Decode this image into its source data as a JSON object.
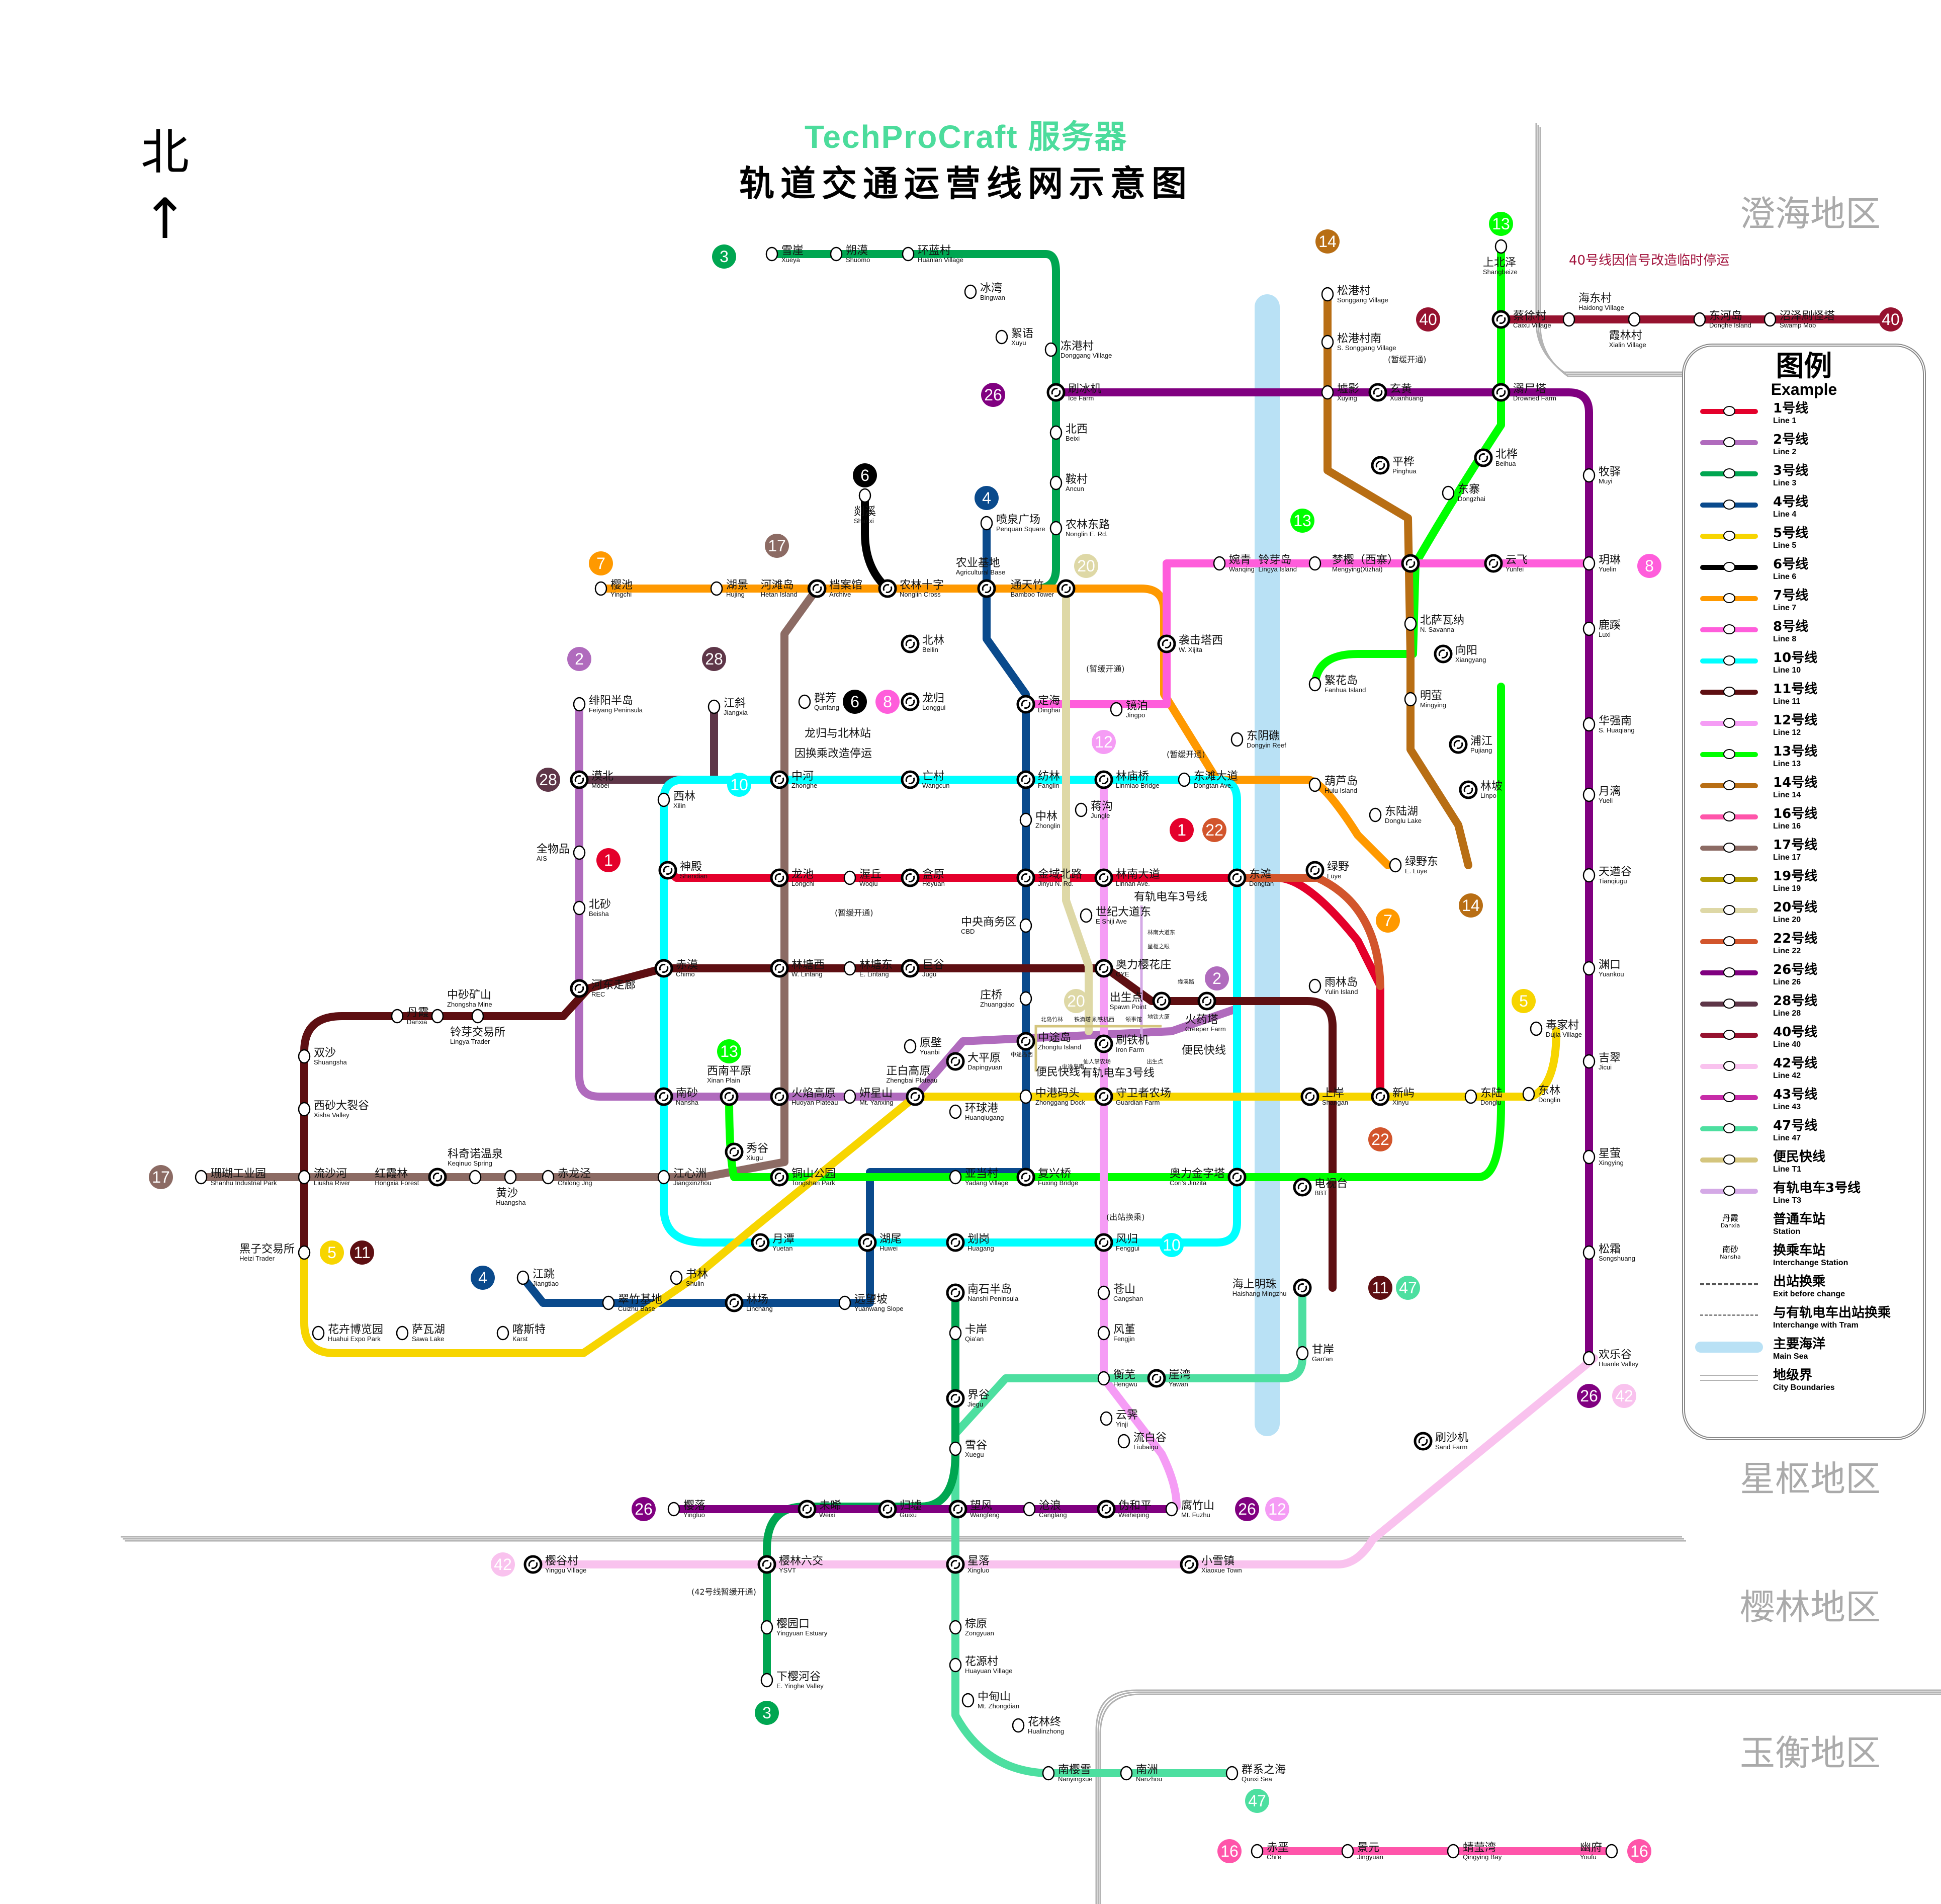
{
  "header": {
    "brand": "TechProCraft 服务器",
    "title": "轨道交通运营线网示意图",
    "north_label": "北",
    "north_arrow": "↑"
  },
  "regions": [
    "澄海地区",
    "星枢地区",
    "樱林地区",
    "玉衡地区"
  ],
  "notices": {
    "line40": "40号线因信号改造临时停运",
    "longgui": "龙归与北林站",
    "longgui2": "因换乘改造停运"
  },
  "legend": {
    "title": "图例",
    "subtitle": "Example",
    "lines": [
      {
        "zh": "1号线",
        "en": "Line 1",
        "color": "#e4002b"
      },
      {
        "zh": "2号线",
        "en": "Line 2",
        "color": "#b06bbd"
      },
      {
        "zh": "3号线",
        "en": "Line 3",
        "color": "#00a651"
      },
      {
        "zh": "4号线",
        "en": "Line 4",
        "color": "#0a4a8c"
      },
      {
        "zh": "5号线",
        "en": "Line 5",
        "color": "#f7d500"
      },
      {
        "zh": "6号线",
        "en": "Line 6",
        "color": "#000000"
      },
      {
        "zh": "7号线",
        "en": "Line 7",
        "color": "#ff9900"
      },
      {
        "zh": "8号线",
        "en": "Line 8",
        "color": "#ff5ddb"
      },
      {
        "zh": "10号线",
        "en": "Line 10",
        "color": "#00ffff"
      },
      {
        "zh": "11号线",
        "en": "Line 11",
        "color": "#5e0f12"
      },
      {
        "zh": "12号线",
        "en": "Line 12",
        "color": "#f59cf5"
      },
      {
        "zh": "13号线",
        "en": "Line 13",
        "color": "#00ff00"
      },
      {
        "zh": "14号线",
        "en": "Line 14",
        "color": "#b86e14"
      },
      {
        "zh": "16号线",
        "en": "Line 16",
        "color": "#ff55aa"
      },
      {
        "zh": "17号线",
        "en": "Line 17",
        "color": "#8c6b64"
      },
      {
        "zh": "19号线",
        "en": "Line 19",
        "color": "#b09a00"
      },
      {
        "zh": "20号线",
        "en": "Line 20",
        "color": "#ded8a6"
      },
      {
        "zh": "22号线",
        "en": "Line 22",
        "color": "#d2552c"
      },
      {
        "zh": "26号线",
        "en": "Line 26",
        "color": "#800080"
      },
      {
        "zh": "28号线",
        "en": "Line 28",
        "color": "#5e3648"
      },
      {
        "zh": "40号线",
        "en": "Line 40",
        "color": "#96122f"
      },
      {
        "zh": "42号线",
        "en": "Line 42",
        "color": "#f9c2ee"
      },
      {
        "zh": "43号线",
        "en": "Line 43",
        "color": "#c72ca8"
      },
      {
        "zh": "47号线",
        "en": "Line 47",
        "color": "#4ddfa0"
      },
      {
        "zh": "便民快线",
        "en": "Line T1",
        "color": "#d4c57d"
      },
      {
        "zh": "有轨电车3号线",
        "en": "Line T3",
        "color": "#d4a9e6"
      }
    ],
    "symbols": [
      {
        "zh": "普通车站",
        "en": "Station",
        "sample_zh": "丹霞",
        "sample_en": "Danxia"
      },
      {
        "zh": "换乘车站",
        "en": "Interchange Station",
        "sample_zh": "南砂",
        "sample_en": "Nansha"
      },
      {
        "zh": "出站换乘",
        "en": "Exit before change"
      },
      {
        "zh": "与有轨电车出站换乘",
        "en": "Interchange with Tram"
      },
      {
        "zh": "主要海洋",
        "en": "Main Sea"
      },
      {
        "zh": "地级界",
        "en": "City Boundaries"
      }
    ]
  },
  "stations": [
    {
      "zh": "雪崖",
      "en": "Xueya"
    },
    {
      "zh": "朔漠",
      "en": "Shuomo"
    },
    {
      "zh": "环蓝村",
      "en": "Huanlan Village"
    },
    {
      "zh": "冰湾",
      "en": "Bingwan"
    },
    {
      "zh": "絮语",
      "en": "Xuyu"
    },
    {
      "zh": "冻港村",
      "en": "Donggang Village"
    },
    {
      "zh": "刷冰机",
      "en": "Ice Farm"
    },
    {
      "zh": "北西",
      "en": "Beixi"
    },
    {
      "zh": "鞍村",
      "en": "Ancun"
    },
    {
      "zh": "农林东路",
      "en": "Nonglin E. Rd."
    },
    {
      "zh": "樱池",
      "en": "Yingchi"
    },
    {
      "zh": "湖景",
      "en": "Hujing"
    },
    {
      "zh": "河滩岛",
      "en": "Hetan Island"
    },
    {
      "zh": "档案馆",
      "en": "Archive"
    },
    {
      "zh": "农林十字",
      "en": "Nonglin Cross"
    },
    {
      "zh": "农业基地",
      "en": "Agricultural Base"
    },
    {
      "zh": "通天竹",
      "en": "Bamboo Tower"
    },
    {
      "zh": "剡溪",
      "en": "Shanxi"
    },
    {
      "zh": "喷泉广场",
      "en": "Penquan Square"
    },
    {
      "zh": "北林",
      "en": "Beilin"
    },
    {
      "zh": "龙归",
      "en": "Longgui"
    },
    {
      "zh": "定海",
      "en": "Dinghai"
    },
    {
      "zh": "绯阳半岛",
      "en": "Feiyang Peninsula"
    },
    {
      "zh": "江斜",
      "en": "Jiangxia"
    },
    {
      "zh": "群芳",
      "en": "Qunfang"
    },
    {
      "zh": "漠北",
      "en": "Mobei"
    },
    {
      "zh": "西林",
      "en": "Xilin"
    },
    {
      "zh": "中河",
      "en": "Zhonghe"
    },
    {
      "zh": "亡村",
      "en": "Wangcun"
    },
    {
      "zh": "纺林",
      "en": "Fanglin"
    },
    {
      "zh": "中林",
      "en": "Zhonglin"
    },
    {
      "zh": "蒋沟",
      "en": "Jungle"
    },
    {
      "zh": "林庙桥",
      "en": "Linmiao Bridge"
    },
    {
      "zh": "东滩大道",
      "en": "Dongtan Ave."
    },
    {
      "zh": "全物品",
      "en": "AIS"
    },
    {
      "zh": "神殿",
      "en": "Shendian"
    },
    {
      "zh": "龙池",
      "en": "Longchi"
    },
    {
      "zh": "渥丘",
      "en": "Woqiu"
    },
    {
      "zh": "盒原",
      "en": "Heyuan"
    },
    {
      "zh": "金域北路",
      "en": "Jinyu N. Rd."
    },
    {
      "zh": "林南大道",
      "en": "Linnan Ave."
    },
    {
      "zh": "东滩",
      "en": "Dongtan"
    },
    {
      "zh": "北砂",
      "en": "Beisha"
    },
    {
      "zh": "中央商务区",
      "en": "CBD"
    },
    {
      "zh": "世纪大道东",
      "en": "E Shiji Ave"
    },
    {
      "zh": "奥力樱花庄",
      "en": "CYE"
    },
    {
      "zh": "赤漠",
      "en": "Chimo"
    },
    {
      "zh": "林塘西",
      "en": "W. Lintang"
    },
    {
      "zh": "林塘东",
      "en": "E. Lintang"
    },
    {
      "zh": "巨谷",
      "en": "Jugu"
    },
    {
      "zh": "庄桥",
      "en": "Zhuangqiao"
    },
    {
      "zh": "河东走廊",
      "en": "REC"
    },
    {
      "zh": "出生点",
      "en": "Spawn Point"
    },
    {
      "zh": "火药塔",
      "en": "Creeper Farm"
    },
    {
      "zh": "丹霞",
      "en": "Danxia"
    },
    {
      "zh": "中砂矿山",
      "en": "Zhongsha Mine"
    },
    {
      "zh": "铃芽交易所",
      "en": "Lingya Trader"
    },
    {
      "zh": "双沙",
      "en": "Shuangsha"
    },
    {
      "zh": "西砂大裂谷",
      "en": "Xisha Valley"
    },
    {
      "zh": "中途岛",
      "en": "Zhongtu Island"
    },
    {
      "zh": "刷铁机",
      "en": "Iron Farm"
    },
    {
      "zh": "原壁",
      "en": "Yuanbi"
    },
    {
      "zh": "大平原",
      "en": "Dapingyuan"
    },
    {
      "zh": "南砂",
      "en": "Nansha"
    },
    {
      "zh": "西南平原",
      "en": "Xinan Plain"
    },
    {
      "zh": "火焰高原",
      "en": "Huoyan Plateau"
    },
    {
      "zh": "妍星山",
      "en": "Mt. Yanxing"
    },
    {
      "zh": "正白高原",
      "en": "Zhengbai Plateau"
    },
    {
      "zh": "环球港",
      "en": "Huanqiugang"
    },
    {
      "zh": "中港码头",
      "en": "Zhonggang Dock"
    },
    {
      "zh": "守卫者农场",
      "en": "Guardian Farm"
    },
    {
      "zh": "上岸",
      "en": "Shangan"
    },
    {
      "zh": "新屿",
      "en": "Xinyu"
    },
    {
      "zh": "东陆",
      "en": "Donglu"
    },
    {
      "zh": "东林",
      "en": "Donglin"
    },
    {
      "zh": "毒家村",
      "en": "Dujia Village"
    },
    {
      "zh": "珊瑚工业园",
      "en": "Shanhu Industrial Park"
    },
    {
      "zh": "流沙河",
      "en": "Liusha River"
    },
    {
      "zh": "红霞林",
      "en": "Hongxia Forest"
    },
    {
      "zh": "科奇诺温泉",
      "en": "Keqinuo Spring"
    },
    {
      "zh": "黄沙",
      "en": "Huangsha"
    },
    {
      "zh": "赤龙泾",
      "en": "Chilong Jng"
    },
    {
      "zh": "江心洲",
      "en": "Jiangxinzhou"
    },
    {
      "zh": "秀谷",
      "en": "Xiugu"
    },
    {
      "zh": "铜山公园",
      "en": "Tongshan Park"
    },
    {
      "zh": "亚当村",
      "en": "Yadang Village"
    },
    {
      "zh": "复兴桥",
      "en": "Fuxing Bridge"
    },
    {
      "zh": "奥力金字塔",
      "en": "Cori's Jinzita"
    },
    {
      "zh": "黑子交易所",
      "en": "Heizi Trader"
    },
    {
      "zh": "月潭",
      "en": "Yuetan"
    },
    {
      "zh": "湖尾",
      "en": "Huwei"
    },
    {
      "zh": "划岗",
      "en": "Huagang"
    },
    {
      "zh": "风归",
      "en": "Fenggui"
    },
    {
      "zh": "电视台",
      "en": "BBT"
    },
    {
      "zh": "江跳",
      "en": "Jiangtiao"
    },
    {
      "zh": "书林",
      "en": "Shulin"
    },
    {
      "zh": "翠竹基地",
      "en": "Cuizhu Base"
    },
    {
      "zh": "林场",
      "en": "Linchang"
    },
    {
      "zh": "远望坡",
      "en": "Yuanwang Slope"
    },
    {
      "zh": "南石半岛",
      "en": "Nanshi Peninsula"
    },
    {
      "zh": "苍山",
      "en": "Cangshan"
    },
    {
      "zh": "海上明珠",
      "en": "Haishang Mingzhu"
    },
    {
      "zh": "花卉博览园",
      "en": "Huahui Expo Park"
    },
    {
      "zh": "萨瓦湖",
      "en": "Sawa Lake"
    },
    {
      "zh": "喀斯特",
      "en": "Karst"
    },
    {
      "zh": "卡岸",
      "en": "Qia'an"
    },
    {
      "zh": "风堇",
      "en": "Fengjin"
    },
    {
      "zh": "甘岸",
      "en": "Gan'an"
    },
    {
      "zh": "界谷",
      "en": "Jiegu"
    },
    {
      "zh": "衡芜",
      "en": "Hengwu"
    },
    {
      "zh": "崖湾",
      "en": "Yawan"
    },
    {
      "zh": "云霁",
      "en": "Yinji"
    },
    {
      "zh": "流白谷",
      "en": "Liubaigu"
    },
    {
      "zh": "雪谷",
      "en": "Xuegu"
    },
    {
      "zh": "刷沙机",
      "en": "Sand Farm"
    },
    {
      "zh": "樱落",
      "en": "Yingluo"
    },
    {
      "zh": "未晞",
      "en": "Weixi"
    },
    {
      "zh": "归墟",
      "en": "Guixu"
    },
    {
      "zh": "望风",
      "en": "Wangfeng"
    },
    {
      "zh": "沧浪",
      "en": "Canglang"
    },
    {
      "zh": "伪和平",
      "en": "Weiheping"
    },
    {
      "zh": "腐竹山",
      "en": "Mt. Fuzhu"
    },
    {
      "zh": "樱谷村",
      "en": "Yinggu Village"
    },
    {
      "zh": "樱林六交",
      "en": "YSVT"
    },
    {
      "zh": "星落",
      "en": "Xingluo"
    },
    {
      "zh": "小雪镇",
      "en": "Xiaoxue Town"
    },
    {
      "zh": "樱园口",
      "en": "Yingyuan Estuary"
    },
    {
      "zh": "棕原",
      "en": "Zongyuan"
    },
    {
      "zh": "下樱河谷",
      "en": "E. Yinghe Valley"
    },
    {
      "zh": "花源村",
      "en": "Huayuan Village"
    },
    {
      "zh": "中甸山",
      "en": "Mt. Zhongdian"
    },
    {
      "zh": "花林终",
      "en": "Hualinzhong"
    },
    {
      "zh": "南樱雪",
      "en": "Nanyingxue"
    },
    {
      "zh": "南洲",
      "en": "Nanzhou"
    },
    {
      "zh": "群系之海",
      "en": "Qunxi Sea"
    },
    {
      "zh": "赤垩",
      "en": "Chi'e"
    },
    {
      "zh": "景元",
      "en": "Jingyuan"
    },
    {
      "zh": "蜻莹湾",
      "en": "Qingying Bay"
    },
    {
      "zh": "幽府",
      "en": "Youfu"
    },
    {
      "zh": "松港村",
      "en": "Songgang Village"
    },
    {
      "zh": "松港村南",
      "en": "S. Songgang Village"
    },
    {
      "zh": "墟影",
      "en": "Xuying"
    },
    {
      "zh": "玄黄",
      "en": "Xuanhuang"
    },
    {
      "zh": "溺尸塔",
      "en": "Drowned Farm"
    },
    {
      "zh": "平桦",
      "en": "Pinghua"
    },
    {
      "zh": "梦樱（西寨）",
      "en": "Mengying(Xizhai)"
    },
    {
      "zh": "北萨瓦纳",
      "en": "N. Savanna"
    },
    {
      "zh": "明萤",
      "en": "Mingying"
    },
    {
      "zh": "浦江",
      "en": "Pujiang"
    },
    {
      "zh": "林坡",
      "en": "Linpo"
    },
    {
      "zh": "上北泽",
      "en": "Shangbeize"
    },
    {
      "zh": "蔡徐村",
      "en": "Caixu Village"
    },
    {
      "zh": "北桦",
      "en": "Beihua"
    },
    {
      "zh": "东寨",
      "en": "Dongzhai"
    },
    {
      "zh": "向阳",
      "en": "Xiangyang"
    },
    {
      "zh": "铃芽岛",
      "en": "Lingya Island"
    },
    {
      "zh": "繁花岛",
      "en": "Fanhua Island"
    },
    {
      "zh": "葫芦岛",
      "en": "Hulu Island"
    },
    {
      "zh": "绿野",
      "en": "Lüye"
    },
    {
      "zh": "雨林岛",
      "en": "Yulin Island"
    },
    {
      "zh": "婉青",
      "en": "Wanqing"
    },
    {
      "zh": "袭击塔西",
      "en": "W. Xijita"
    },
    {
      "zh": "镜泊",
      "en": "Jingpo"
    },
    {
      "zh": "东阴礁",
      "en": "Dongyin Reef"
    },
    {
      "zh": "东陆湖",
      "en": "Donglu Lake"
    },
    {
      "zh": "绿野东",
      "en": "E. Lüye"
    },
    {
      "zh": "云飞",
      "en": "Yunfei"
    },
    {
      "zh": "玥琳",
      "en": "Yuelin"
    },
    {
      "zh": "海东村",
      "en": "Haidong Village"
    },
    {
      "zh": "霞林村",
      "en": "Xialin Village"
    },
    {
      "zh": "东河岛",
      "en": "Donghe Island"
    },
    {
      "zh": "沼泽刷怪塔",
      "en": "Swamp Mob"
    },
    {
      "zh": "牧驿",
      "en": "Muyi"
    },
    {
      "zh": "鹿蹊",
      "en": "Luxi"
    },
    {
      "zh": "华强南",
      "en": "S. Huaqiang"
    },
    {
      "zh": "月漓",
      "en": "Yueli"
    },
    {
      "zh": "天遒谷",
      "en": "Tianqiugu"
    },
    {
      "zh": "渊口",
      "en": "Yuankou"
    },
    {
      "zh": "吉翠",
      "en": "Jicui"
    },
    {
      "zh": "星萤",
      "en": "Xingying"
    },
    {
      "zh": "松霜",
      "en": "Songshuang"
    },
    {
      "zh": "欢乐谷",
      "en": "Huanle Valley"
    }
  ],
  "status_tags": {
    "suspended": "(暂缓开通)",
    "exit_transfer": "(出站换乘)",
    "line42_suspended": "(42号线暂缓开通)"
  },
  "tram_labels": {
    "t3": "有轨电车3号线",
    "t1": "便民快线",
    "t3_stations": [
      "林南大道东",
      "星枢之眼",
      "缘溪路",
      "地铁大厦"
    ],
    "t1_stations": [
      "北岛竹林",
      "刷铁机西",
      "仙人掌农场",
      "铁滴塔",
      "领事馆",
      "出生点",
      "中途岛西",
      "中途岛南"
    ]
  }
}
